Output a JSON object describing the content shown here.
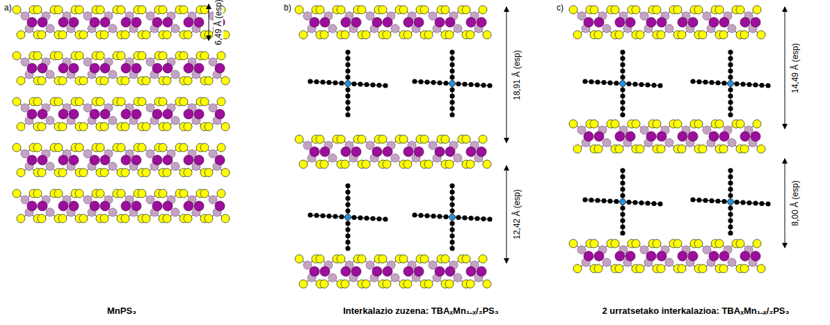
{
  "diagram": {
    "labels": [
      "a)",
      "6,49 Å (esp)",
      "MnPS₃",
      "b)",
      "18,91 Å (esp)",
      "12,42 Å (esp)",
      "Interkalazio zuzena: TBAₓMn₁₋ₓ/₂PS₃",
      "c)",
      "14,49 Å (esp)",
      "8,00 Å (esp)",
      "2 urratsetako interkalazioa: TBAₓMn₁₋ₓ/₂PS₃"
    ]
  }
}
